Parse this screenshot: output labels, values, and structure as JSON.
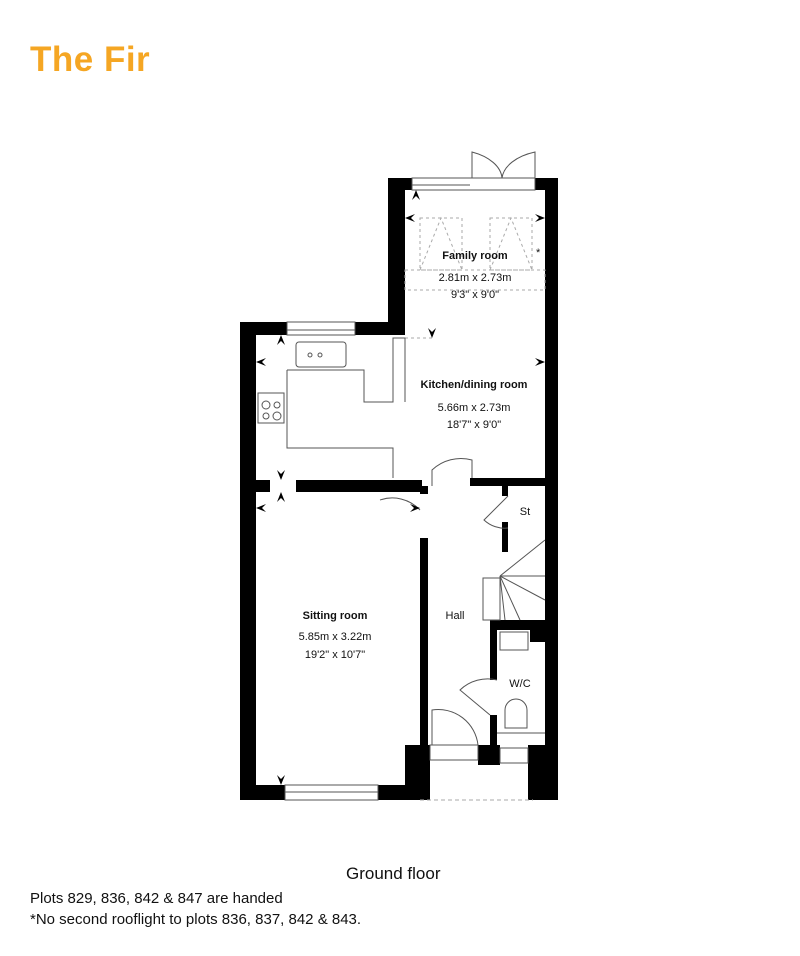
{
  "title": "The Fir",
  "title_color": "#F5A623",
  "floor_label": "Ground floor",
  "notes": [
    "Plots 829, 836, 842 & 847 are handed",
    "*No second rooflight to plots 836, 837, 842 & 843."
  ],
  "rooms": {
    "family": {
      "name": "Family room",
      "metric": "2.81m x 2.73m",
      "imperial": "9'3\" x 9'0\"",
      "asterisk": "*"
    },
    "kitchen": {
      "name": "Kitchen/dining room",
      "metric": "5.66m x 2.73m",
      "imperial": "18'7\" x 9'0\""
    },
    "sitting": {
      "name": "Sitting room",
      "metric": "5.85m x 3.22m",
      "imperial": "19'2\" x 10'7\""
    },
    "hall": {
      "name": "Hall"
    },
    "store": {
      "name": "St"
    },
    "wc": {
      "name": "W/C"
    }
  }
}
